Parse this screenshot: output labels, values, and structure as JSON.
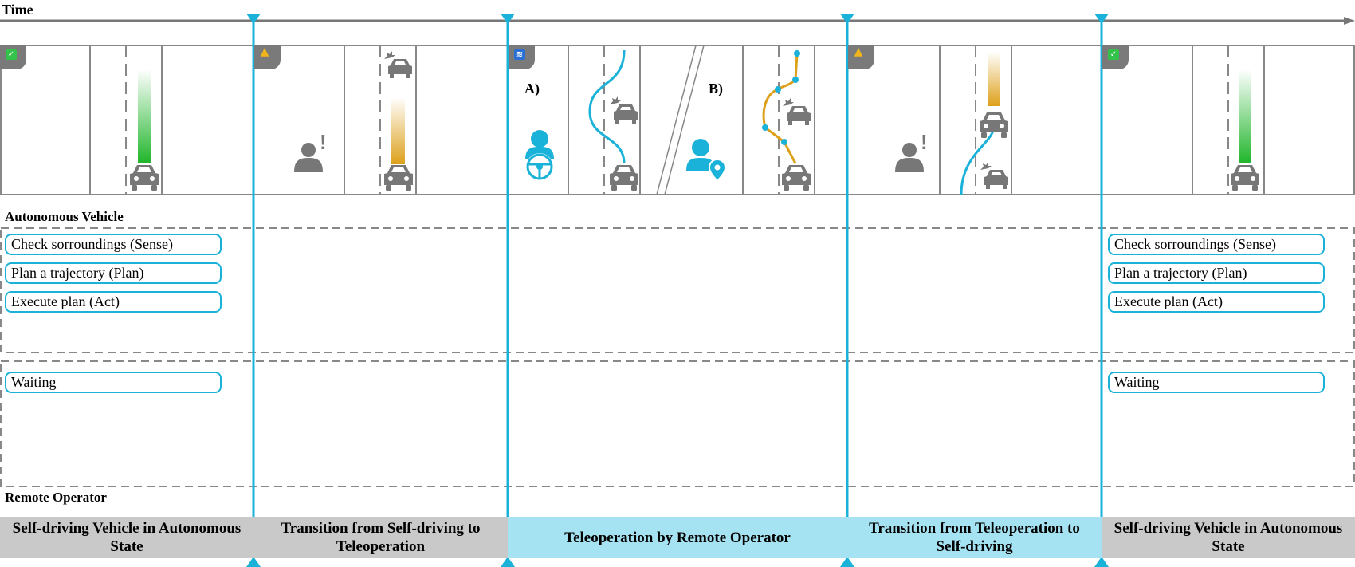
{
  "labels": {
    "time": "Time",
    "autonomous_vehicle": "Autonomous Vehicle",
    "remote_operator": "Remote Operator",
    "option_a": "A)",
    "option_b": "B)"
  },
  "vehicle_tasks": [
    "Check sorroundings (Sense)",
    "Plan a trajectory (Plan)",
    "Execute plan (Act)"
  ],
  "operator_tasks": [
    "Waiting"
  ],
  "phases": [
    {
      "title": "Self-driving Vehicle in Autonomous State",
      "style": "gray"
    },
    {
      "title": "Transition from Self-driving to Teleoperation",
      "style": "gray"
    },
    {
      "title": "Teleoperation by Remote Operator",
      "style": "blue"
    },
    {
      "title": "Transition from Teleoperation to Self-driving",
      "style": "blue"
    },
    {
      "title": "Self-driving Vehicle in Autonomous State",
      "style": "gray"
    }
  ],
  "status_icons": [
    "check-status-icon",
    "warning-status-icon",
    "network-status-icon",
    "warning-status-icon",
    "check-status-icon"
  ],
  "colors": {
    "timeline_blue": "#1ab2d8",
    "gray_icon": "#777777",
    "green_gradient": "#2fbf3a",
    "amber_gradient": "#e2a51e",
    "phase_gray": "#c9c9c9",
    "phase_blue": "#a5e2f2"
  }
}
